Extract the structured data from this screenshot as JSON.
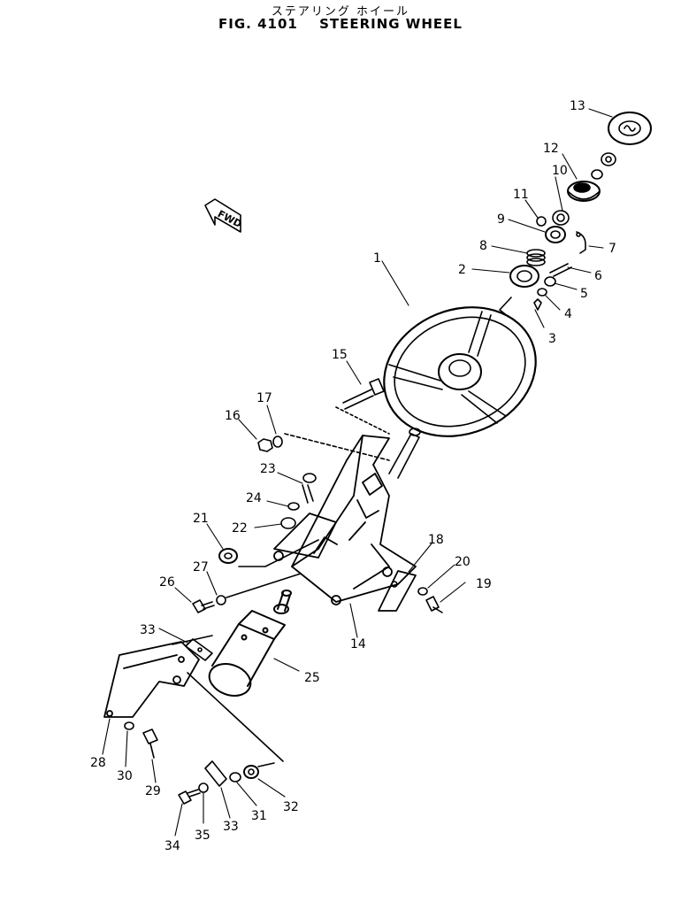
{
  "header": {
    "title_jp": "ステアリング ホイール",
    "figure": "FIG. 4101",
    "title": "STEERING WHEEL"
  },
  "direction_marker": "FWD",
  "callouts": [
    {
      "key": "c1",
      "label": "1"
    },
    {
      "key": "c2",
      "label": "2"
    },
    {
      "key": "c3",
      "label": "3"
    },
    {
      "key": "c4",
      "label": "4"
    },
    {
      "key": "c5",
      "label": "5"
    },
    {
      "key": "c6",
      "label": "6"
    },
    {
      "key": "c7",
      "label": "7"
    },
    {
      "key": "c8",
      "label": "8"
    },
    {
      "key": "c9",
      "label": "9"
    },
    {
      "key": "c10",
      "label": "10"
    },
    {
      "key": "c11",
      "label": "11"
    },
    {
      "key": "c12",
      "label": "12"
    },
    {
      "key": "c13",
      "label": "13"
    },
    {
      "key": "c14",
      "label": "14"
    },
    {
      "key": "c15",
      "label": "15"
    },
    {
      "key": "c16",
      "label": "16"
    },
    {
      "key": "c17",
      "label": "17"
    },
    {
      "key": "c18",
      "label": "18"
    },
    {
      "key": "c19",
      "label": "19"
    },
    {
      "key": "c20",
      "label": "20"
    },
    {
      "key": "c21",
      "label": "21"
    },
    {
      "key": "c22",
      "label": "22"
    },
    {
      "key": "c23",
      "label": "23"
    },
    {
      "key": "c24",
      "label": "24"
    },
    {
      "key": "c25",
      "label": "25"
    },
    {
      "key": "c26",
      "label": "26"
    },
    {
      "key": "c27",
      "label": "27"
    },
    {
      "key": "c28",
      "label": "28"
    },
    {
      "key": "c29",
      "label": "29"
    },
    {
      "key": "c30",
      "label": "30"
    },
    {
      "key": "c31",
      "label": "31"
    },
    {
      "key": "c32",
      "label": "32"
    },
    {
      "key": "c33a",
      "label": "33"
    },
    {
      "key": "c33b",
      "label": "33"
    },
    {
      "key": "c34",
      "label": "34"
    },
    {
      "key": "c35",
      "label": "35"
    }
  ]
}
